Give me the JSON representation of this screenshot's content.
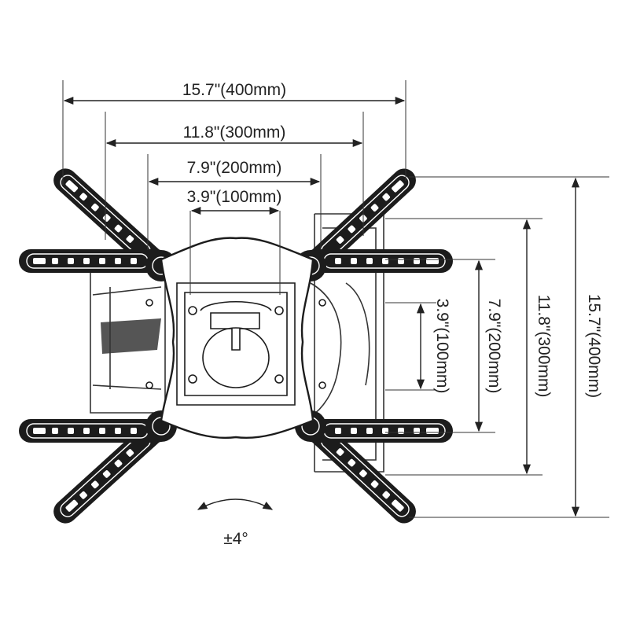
{
  "dimensions": {
    "horizontal": [
      {
        "label": "15.7\"(400mm)"
      },
      {
        "label": "11.8\"(300mm)"
      },
      {
        "label": "7.9\"(200mm)"
      },
      {
        "label": "3.9\"(100mm)"
      }
    ],
    "vertical": [
      {
        "label": "3.9\"(100mm)"
      },
      {
        "label": "7.9\"(200mm)"
      },
      {
        "label": "11.8\"(300mm)"
      },
      {
        "label": "15.7\"(400mm)"
      }
    ]
  },
  "tilt": {
    "label": "±4°"
  },
  "colors": {
    "line": "#222222",
    "part": "#1c1c1c",
    "background": "#ffffff"
  }
}
